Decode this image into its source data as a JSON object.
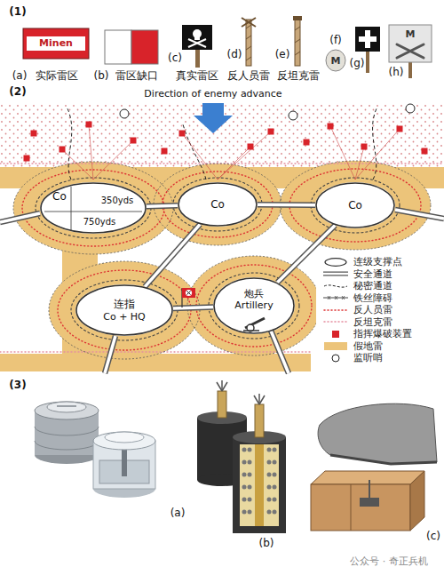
{
  "diagram": {
    "nodes": [
      {
        "text": [
          "Co"
        ]
      },
      {
        "text": [
          "Co"
        ]
      },
      {
        "text": [
          "Co"
        ]
      },
      {
        "text": [
          "连指",
          "Co + HQ"
        ]
      },
      {
        "text": [
          "炮兵",
          "Artillery"
        ]
      }
    ],
    "edges": [
      {
        "from": 0,
        "to": 1,
        "arrow": "none"
      },
      {
        "from": 1,
        "to": 2,
        "arrow": "none"
      },
      {
        "from": 1,
        "to": 3,
        "arrow": "none"
      },
      {
        "from": 3,
        "to": 4,
        "arrow": "none"
      },
      {
        "from": 4,
        "to": 2,
        "arrow": "none"
      }
    ],
    "labels": [
      "(1)",
      "Minen",
      "(a)",
      "实际雷区",
      "(b)",
      "雷区缺口",
      "(c)",
      "真实雷区",
      "(d)",
      "反人员雷",
      "(e)",
      "反坦克雷",
      "(f)",
      "M",
      "(g)",
      "M",
      "(h)",
      "(2)",
      "Direction of enemy advance",
      "350yds",
      "750yds",
      "(3)",
      "(a)",
      "(b)",
      "(c)",
      "公众号 · 奇正兵机"
    ],
    "legend": [
      {
        "text": "连级支撑点"
      },
      {
        "text": "安全通道"
      },
      {
        "text": "秘密通道"
      },
      {
        "text": "铁丝障碍"
      },
      {
        "text": "反人员雷"
      },
      {
        "text": "反坦克雷"
      },
      {
        "text": "指挥爆破装置",
        "color": "#d8232a"
      },
      {
        "text": "假地雷",
        "color": "#ecc47a"
      },
      {
        "text": "监听哨"
      }
    ]
  }
}
